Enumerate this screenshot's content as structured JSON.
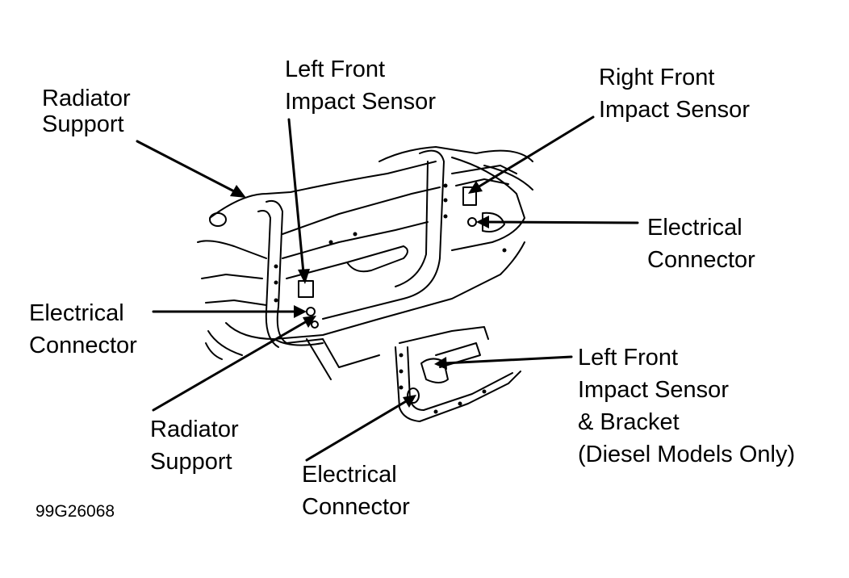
{
  "labels": {
    "radiator_support_top": [
      "Radiator",
      "Support"
    ],
    "left_front_sensor": [
      "Left Front",
      "Impact Sensor"
    ],
    "right_front_sensor": [
      "Right Front",
      "Impact Sensor"
    ],
    "electrical_connector_right": [
      "Electrical",
      "Connector"
    ],
    "electrical_connector_left": [
      "Electrical",
      "Connector"
    ],
    "left_front_bracket": [
      "Left Front",
      "Impact Sensor",
      "& Bracket",
      "(Diesel Models Only)"
    ],
    "radiator_support_bottom": [
      "Radiator",
      "Support"
    ],
    "electrical_connector_bottom": [
      "Electrical",
      "Connector"
    ]
  },
  "figure_id": "99G26068",
  "colors": {
    "ink": "#000000",
    "paper": "#ffffff"
  }
}
